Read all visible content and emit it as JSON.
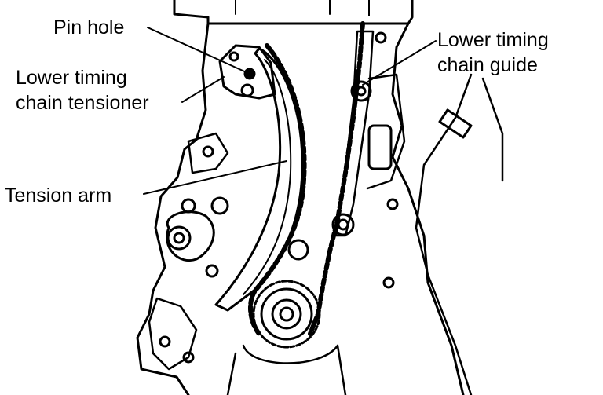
{
  "labels": {
    "pin_hole": "Pin hole",
    "lower_tensioner_line1": "Lower timing",
    "lower_tensioner_line2": "chain tensioner",
    "lower_guide_line1": "Lower timing",
    "lower_guide_line2": "chain guide",
    "tension_arm": "Tension arm"
  },
  "colors": {
    "ink": "#000000",
    "paper": "#ffffff"
  }
}
